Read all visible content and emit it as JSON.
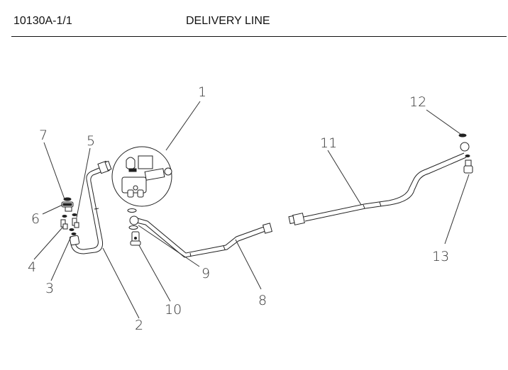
{
  "header": {
    "code": "10130A-1/1",
    "title": "DELIVERY LINE"
  },
  "callouts": [
    "1",
    "2",
    "3",
    "4",
    "5",
    "6",
    "7",
    "8",
    "9",
    "10",
    "11",
    "12",
    "13"
  ],
  "colors": {
    "line": "#222222",
    "background": "#ffffff"
  }
}
